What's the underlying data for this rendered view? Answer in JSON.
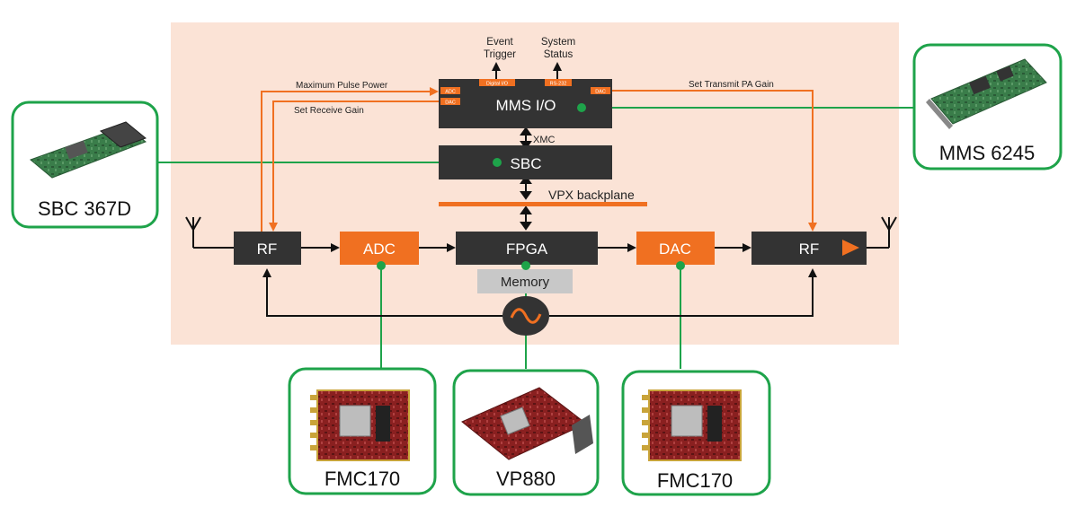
{
  "colors": {
    "panel": "#fbe3d6",
    "block": "#333333",
    "accent": "#f07021",
    "green": "#1ea34a",
    "memory": "#c8c8c8"
  },
  "blocks": {
    "mms_io": "MMS I/O",
    "sbc": "SBC",
    "rf_left": "RF",
    "adc": "ADC",
    "fpga": "FPGA",
    "dac": "DAC",
    "rf_right": "RF",
    "memory": "Memory"
  },
  "mms_ports": {
    "adc": "ADC",
    "dac_left": "DAC",
    "digital_io": "Digital I/O",
    "rs232": "RS-232",
    "dac_right": "DAC"
  },
  "labels": {
    "event_trigger_1": "Event",
    "event_trigger_2": "Trigger",
    "system_status_1": "System",
    "system_status_2": "Status",
    "max_pulse_power": "Maximum Pulse Power",
    "set_receive_gain": "Set Receive Gain",
    "set_transmit_gain": "Set Transmit PA Gain",
    "xmc": "XMC",
    "vpx_backplane": "VPX backplane"
  },
  "cards": {
    "sbc367d": "SBC 367D",
    "mms6245": "MMS 6245",
    "fmc170_left": "FMC170",
    "vp880": "VP880",
    "fmc170_right": "FMC170"
  }
}
